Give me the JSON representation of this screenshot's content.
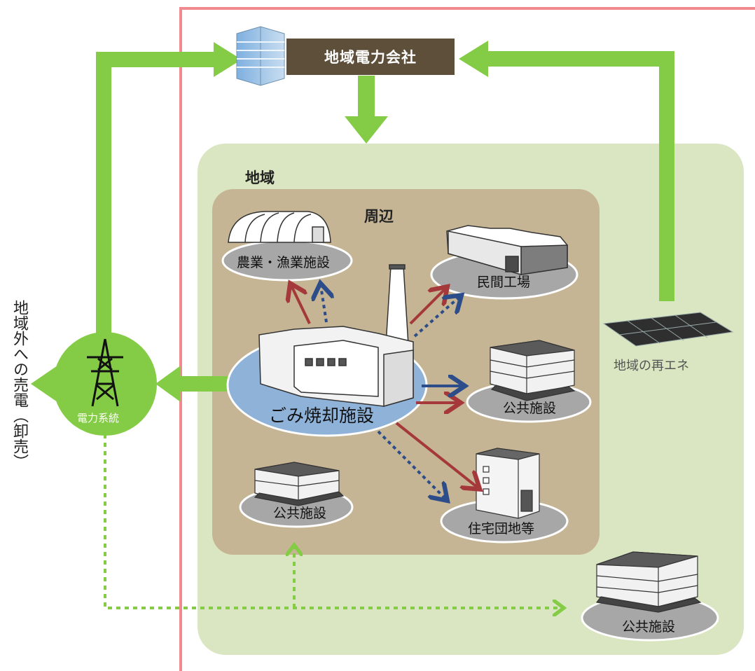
{
  "company": "地域電力会社",
  "region_label": "地域",
  "surrounding_label": "周辺",
  "incineration_plant": "ごみ焼却施設",
  "power_grid": "電力系統",
  "outside_sale": "地域外への売電（卸売）",
  "renewable_energy": "地域の再エネ",
  "facilities": {
    "agri_fish": "農業・漁業施設",
    "private_factory": "民間工場",
    "public_right": "公共施設",
    "public_left": "公共施設",
    "housing": "住宅団地等",
    "public_region": "公共施設"
  },
  "colors": {
    "red_border": "#f08a8f",
    "region_bg": "#d9e6c1",
    "surrounding_bg": "#c5b594",
    "green_arrow": "#84cc45",
    "heat_arrow": "#a5383a",
    "blue_arrow": "#2c4d8a",
    "company_box": "#5e4f3b",
    "plant_ellipse": "#8fb2d9",
    "facility_ellipse": "#a7a7a7"
  }
}
